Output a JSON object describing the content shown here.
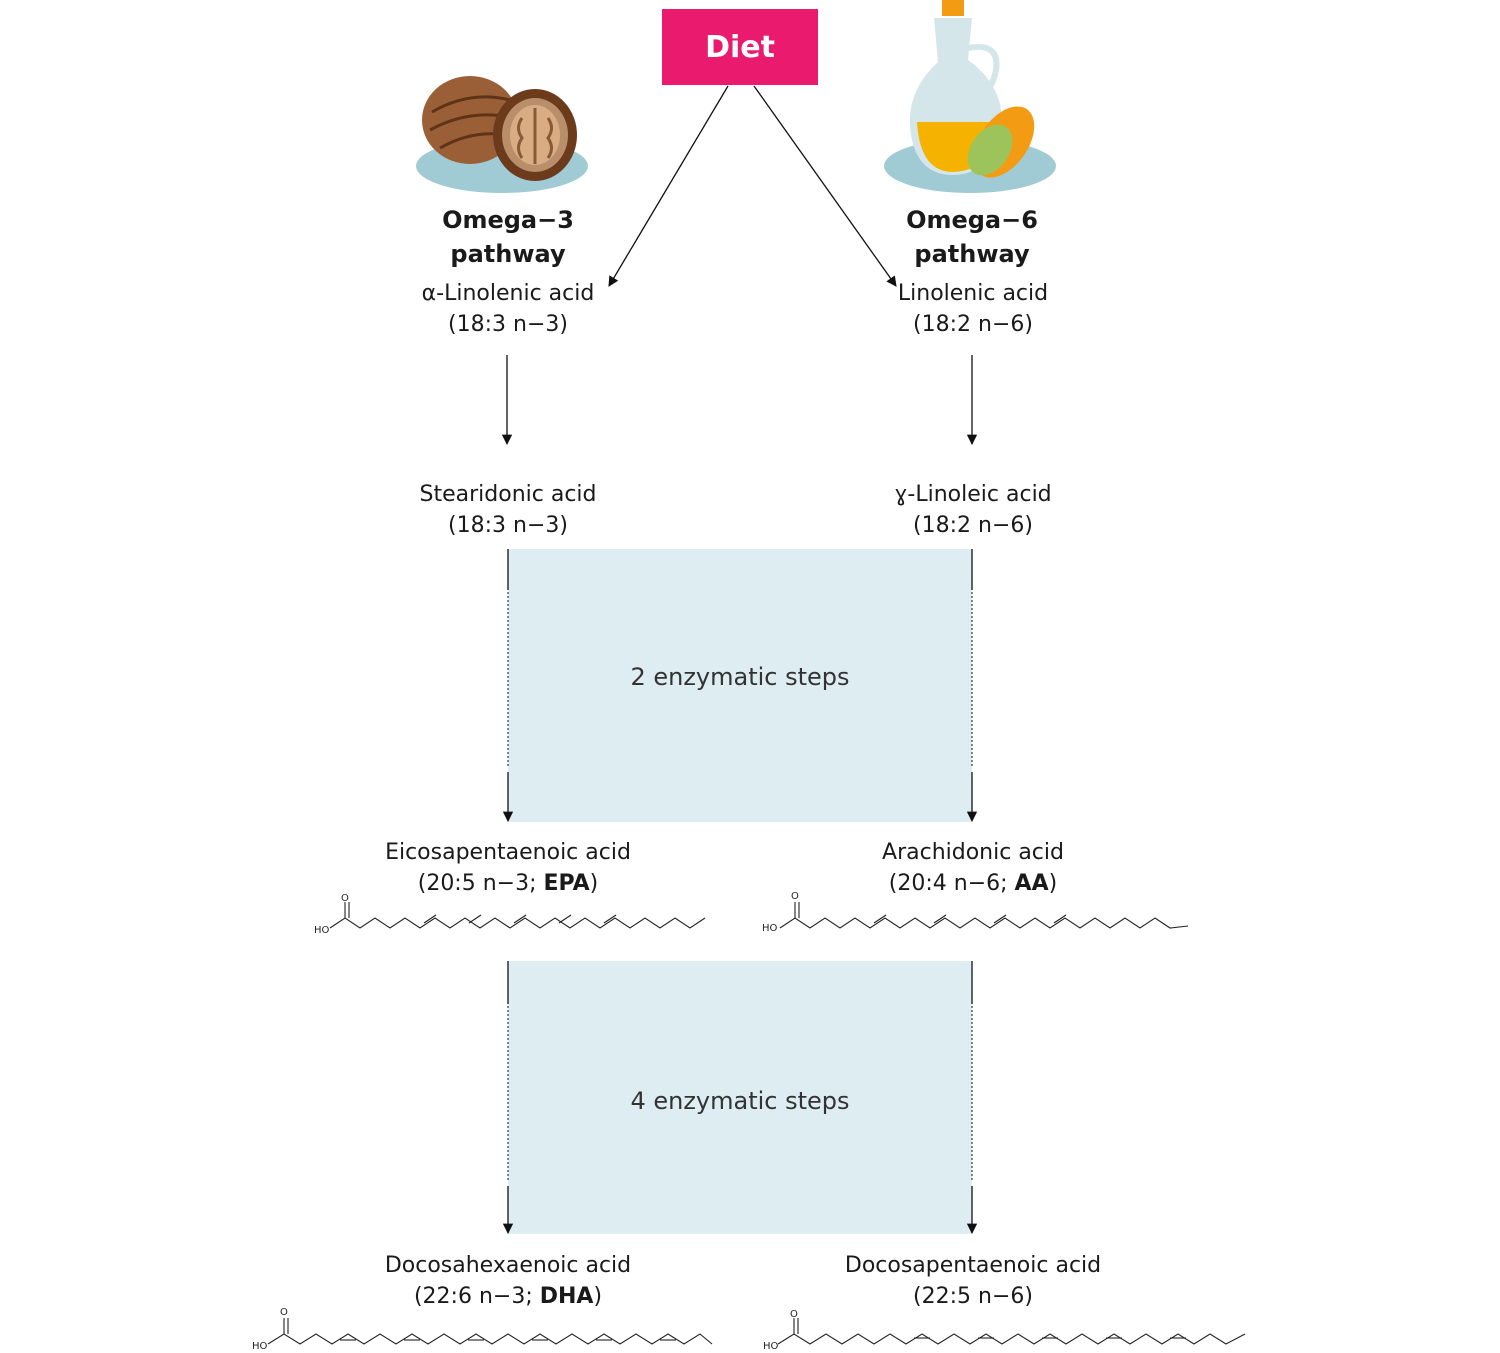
{
  "diet": "Diet",
  "left": {
    "pathway": [
      "Omega−3",
      "pathway"
    ],
    "nodes": [
      {
        "name": "α-Linolenic acid",
        "formula": "(18:3 n−3)"
      },
      {
        "name": "Stearidonic acid",
        "formula": "(18:3 n−3)"
      },
      {
        "name": "Eicosapentaenoic acid",
        "formula_pre": "(20:5 n−3; ",
        "abbr": "EPA",
        "formula_post": ")"
      },
      {
        "name": "Docosahexaenoic acid",
        "formula_pre": "(22:6 n−3; ",
        "abbr": "DHA",
        "formula_post": ")"
      }
    ]
  },
  "right": {
    "pathway": [
      "Omega−6",
      "pathway"
    ],
    "nodes": [
      {
        "name": "Linolenic acid",
        "formula": "(18:2 n−6)"
      },
      {
        "name": "ɣ-Linoleic acid",
        "formula": "(18:2 n−6)"
      },
      {
        "name": "Arachidonic acid",
        "formula_pre": "(20:4 n−6; ",
        "abbr": "AA",
        "formula_post": ")"
      },
      {
        "name": "Docosapentaenoic acid",
        "formula": "(22:5 n−6)"
      }
    ]
  },
  "steps": [
    "2 enzymatic steps",
    "4 enzymatic steps"
  ],
  "structure_atoms": {
    "oxygen": "O",
    "hydroxyl": "HO"
  },
  "colors": {
    "diet": "#ea1a6e",
    "step_box": "#deedf2",
    "plate": "#a1cbd4"
  },
  "icons": [
    "walnut-icon",
    "oil-bottle-icon"
  ]
}
